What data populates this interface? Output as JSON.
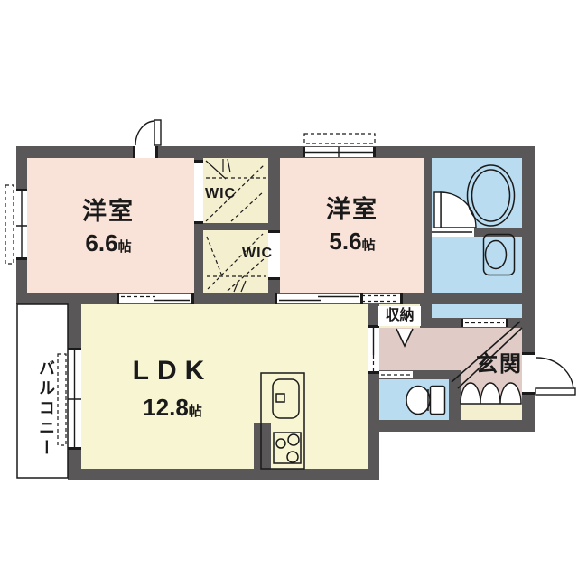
{
  "floorplan": {
    "rooms": {
      "bedroom1": {
        "name": "洋室",
        "area": "6.6",
        "unit": "帖"
      },
      "bedroom2": {
        "name": "洋室",
        "area": "5.6",
        "unit": "帖"
      },
      "ldk": {
        "name": "LDK",
        "area": "12.8",
        "unit": "帖"
      },
      "wic_upper": {
        "label": "WIC"
      },
      "wic_lower": {
        "label": "WIC"
      },
      "storage": {
        "label": "収納"
      },
      "entrance": {
        "label": "玄関"
      },
      "balcony": {
        "label": "バルコニー"
      }
    },
    "colors": {
      "wall": "#595757",
      "bedroom": "#f9e3d8",
      "ldk": "#f7f5d2",
      "closet": "#f4efcf",
      "water": "#b9dcf0",
      "entrance_hall": "#e0cbc6",
      "line": "#1a1a1a"
    },
    "fixtures": [
      "bathtub",
      "washbasin",
      "toilet",
      "kitchen-sink",
      "stove",
      "entrance-door",
      "bath-door",
      "folding-door",
      "shoe-cabinet"
    ]
  }
}
